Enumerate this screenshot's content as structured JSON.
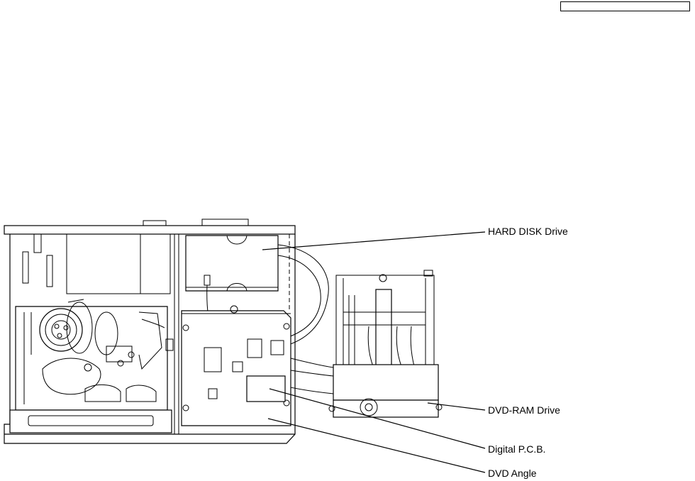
{
  "header": {
    "page_box_text": ""
  },
  "labels": {
    "hdd": "HARD DISK Drive",
    "dvd_ram": "DVD-RAM Drive",
    "digital_pcb": "Digital P.C.B.",
    "dvd_angle": "DVD Angle"
  }
}
